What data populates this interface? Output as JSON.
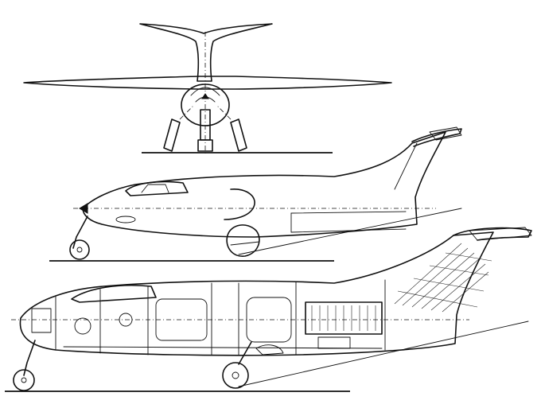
{
  "drawing": {
    "views": [
      "front-view",
      "side-view",
      "cutaway-view"
    ],
    "ink_color": "#111111",
    "paper_color": "#ffffff"
  }
}
